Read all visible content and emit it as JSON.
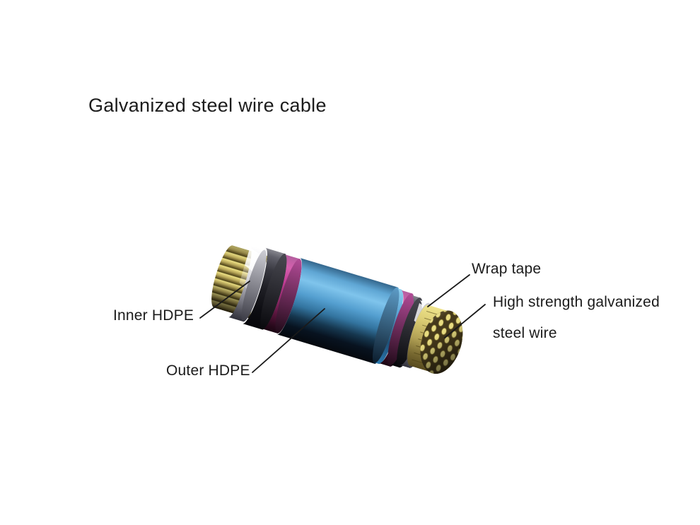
{
  "title": "Galvanized steel wire cable",
  "diagram": {
    "labels": {
      "wrap_tape": "Wrap tape",
      "high_strength_line1": "High strength galvanized",
      "high_strength_line2": "steel wire",
      "inner_hdpe": "Inner HDPE",
      "outer_hdpe": "Outer HDPE"
    },
    "colors": {
      "background": "#ffffff",
      "text": "#1b1b1b",
      "leader_line": "#1a1a1a",
      "outer_hdpe_blue": "#5fa6d4",
      "inner_hdpe_black": "#2b2b33",
      "wrap_tape_silver": "#e6e6ec",
      "tape_pink": "#c13b93",
      "steel_wire_yellow": "#ddce76"
    }
  }
}
